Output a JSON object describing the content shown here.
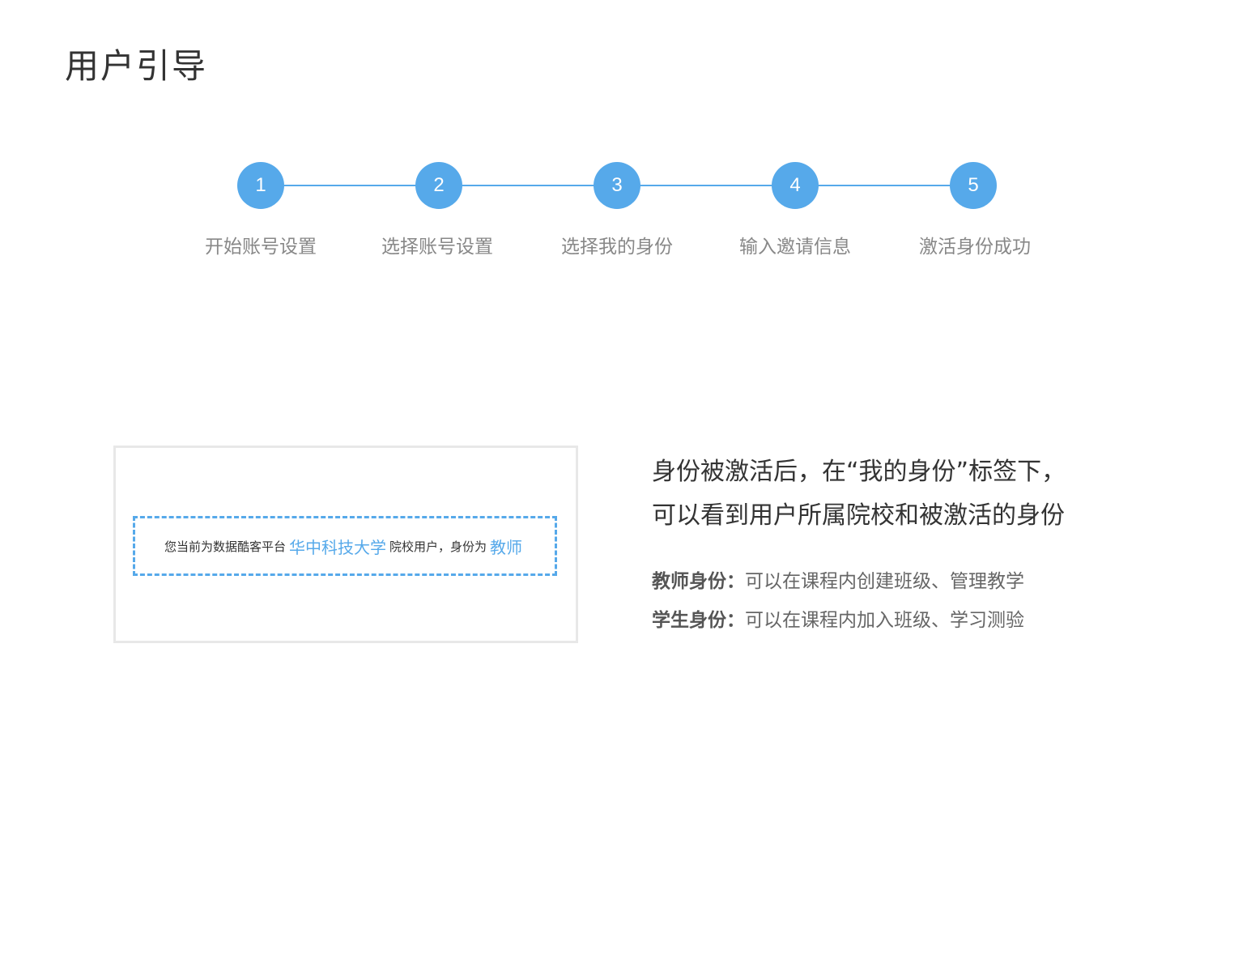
{
  "page": {
    "title": "用户引导"
  },
  "colors": {
    "accent": "#56a9ea",
    "text_primary": "#333333",
    "text_muted": "#888888",
    "card_border": "#e8e8e8"
  },
  "steps": [
    {
      "number": "1",
      "label": "开始账号设置"
    },
    {
      "number": "2",
      "label": "选择账号设置"
    },
    {
      "number": "3",
      "label": "选择我的身份"
    },
    {
      "number": "4",
      "label": "输入邀请信息"
    },
    {
      "number": "5",
      "label": "激活身份成功"
    }
  ],
  "preview": {
    "prefix": "您当前为数据酷客平台",
    "school": "华中科技大学",
    "middle": "院校用户，身份为",
    "role": "教师"
  },
  "description": {
    "line1": "身份被激活后，在“我的身份”标签下，",
    "line2": "可以看到用户所属院校和被激活的身份"
  },
  "roles": [
    {
      "name": "教师身份：",
      "desc": "可以在课程内创建班级、管理教学"
    },
    {
      "name": "学生身份：",
      "desc": "可以在课程内加入班级、学习测验"
    }
  ]
}
